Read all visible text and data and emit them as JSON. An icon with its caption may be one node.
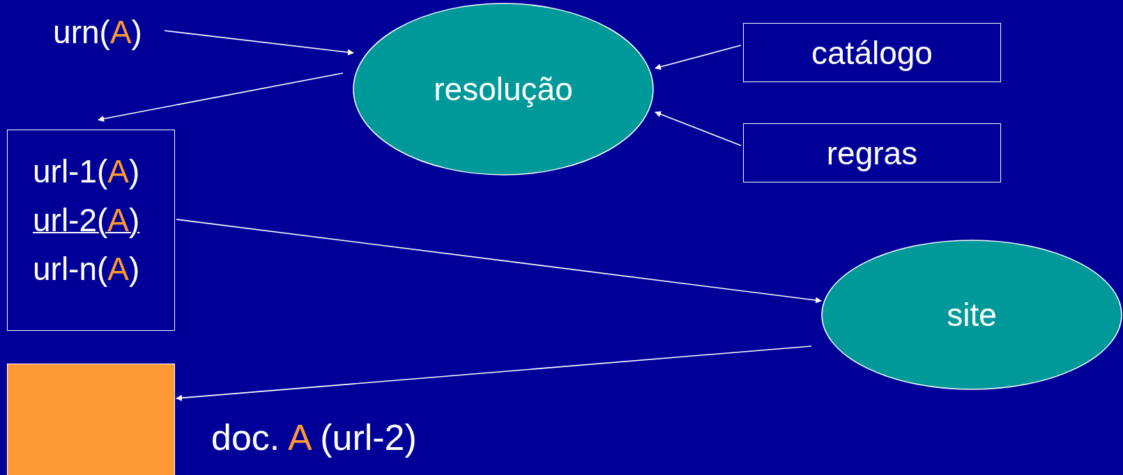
{
  "diagram": {
    "nodes": [
      {
        "text": [
          "urn(A)"
        ]
      },
      {
        "text": [
          "resolução"
        ]
      },
      {
        "text": [
          "catálogo"
        ]
      },
      {
        "text": [
          "regras"
        ]
      },
      {
        "text": [
          "url-1(A)",
          "url-2(A)",
          "url-n(A)"
        ]
      },
      {
        "text": [
          "site"
        ]
      },
      {
        "text": [],
        "shape": "box",
        "beside": [
          "doc. A (url-2)"
        ]
      }
    ],
    "edges": [
      {
        "from": 0,
        "to": 1,
        "arrow": "to"
      },
      {
        "from": 1,
        "to": 4,
        "arrow": "to"
      },
      {
        "from": 2,
        "to": 1,
        "arrow": "to"
      },
      {
        "from": 3,
        "to": 1,
        "arrow": "to"
      },
      {
        "from": 4,
        "to": 5,
        "arrow": "to"
      },
      {
        "from": 5,
        "to": 6,
        "arrow": "to"
      }
    ]
  }
}
